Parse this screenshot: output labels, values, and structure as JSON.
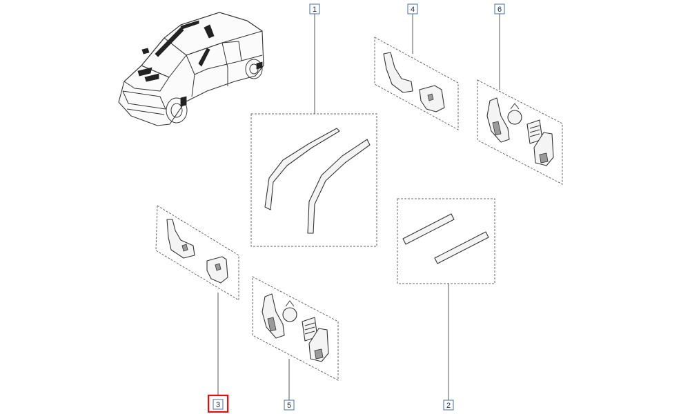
{
  "callouts": [
    {
      "id": "callout-1",
      "label": "1",
      "selected": false
    },
    {
      "id": "callout-2",
      "label": "2",
      "selected": false
    },
    {
      "id": "callout-3",
      "label": "3",
      "selected": true
    },
    {
      "id": "callout-4",
      "label": "4",
      "selected": false
    },
    {
      "id": "callout-5",
      "label": "5",
      "selected": false
    },
    {
      "id": "callout-6",
      "label": "6",
      "selected": false
    }
  ],
  "colors": {
    "callout_border": "#4a6fa0",
    "selected_border": "#e01010",
    "line": "#333333"
  }
}
